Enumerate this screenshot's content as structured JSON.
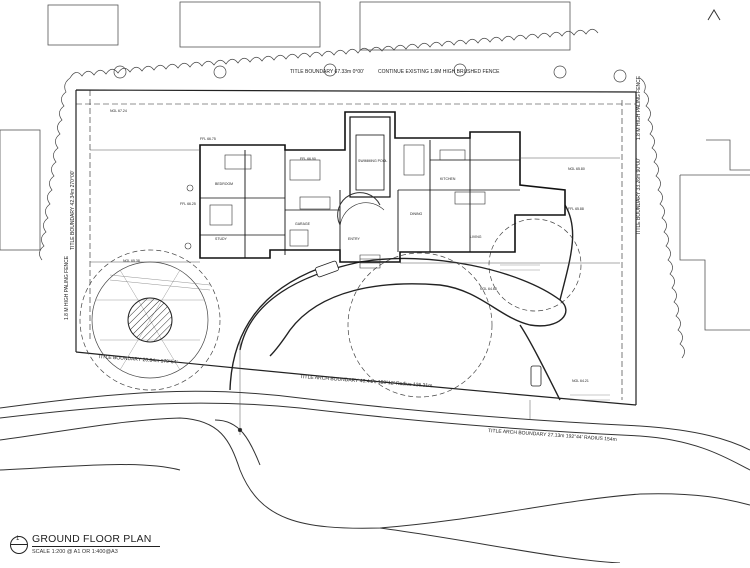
{
  "drawing": {
    "title": "GROUND FLOOR PLAN",
    "scale": "SCALE   1:200 @ A1 OR 1:400@A3",
    "view_number": "1"
  },
  "annotations": {
    "top_boundary": "TITLE BOUNDARY 67.33m   0°00'",
    "fence_note": "CONTINUE EXISTING 1.8M HIGH BRUSHED FENCE",
    "left_boundary": "TITLE BOUNDARY 42.34m   270°00'",
    "left_fence": "1.8 M HIGH PALING FENCE",
    "right_boundary": "TITLE BOUNDARY 33.26m   90°00'",
    "right_fence": "1.8 M HIGH PALING FENCE",
    "bottom_left_boundary": "TITLE BOUNDARY 20.84m   179°54'",
    "arch_boundary_1": "TITLE ARCH BOUNDARY 40.44m   189°12'   Radius 126.31m",
    "arch_boundary_2": "TITLE ARCH BOUNDARY 27.13m   192°44'   RADIUS 154m"
  },
  "rooms": {
    "pool": "SWIMMING POOL",
    "kitchen": "KITCHEN",
    "living": "LIVING",
    "dining": "DINING",
    "garage": "GARAGE",
    "bedroom": "BEDROOM",
    "study": "STUDY",
    "entry": "ENTRY"
  },
  "levels": {
    "ngl_top": "NGL 67.24",
    "ffl_a": "FFL 66.75",
    "ffl_b": "FFL 66.90",
    "ffl_c": "FFL 66.25",
    "ngl_mid": "NGL 65.38",
    "ngl_right": "NGL 65.80",
    "ffl_right": "FFL 65.88",
    "ngl_drive": "NGL 64.68",
    "ngl_low": "NGL 64.21"
  }
}
